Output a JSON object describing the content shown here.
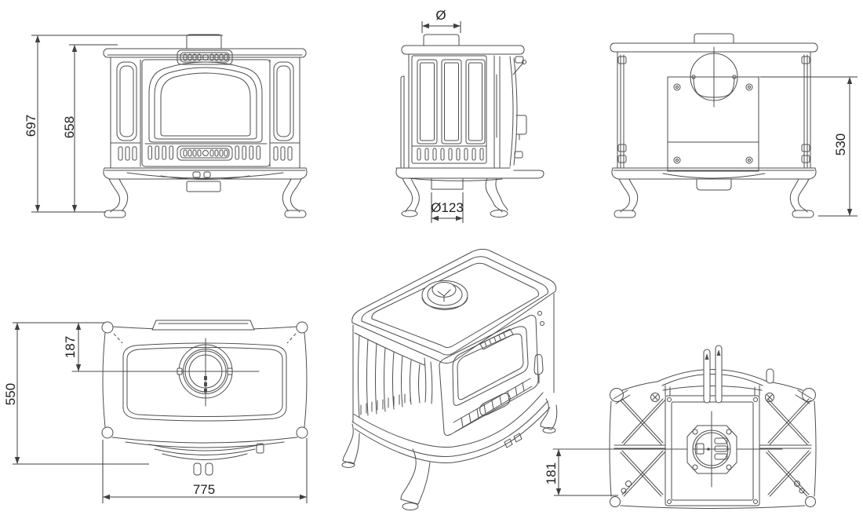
{
  "dims": {
    "front_overall_height": "697",
    "front_body_height": "658",
    "flue_diameter_symbol": "Ø",
    "floor_duct_diameter": "Ø123",
    "rear_flue_center_height": "530",
    "top_depth": "550",
    "top_flue_offset": "187",
    "top_width": "775",
    "bottom_outlet_offset": "181"
  },
  "colors": {
    "background": "#ffffff",
    "line": "#4e4e4e",
    "dimension_line": "#3f3f3f",
    "dimension_text": "#1f1f1f"
  }
}
